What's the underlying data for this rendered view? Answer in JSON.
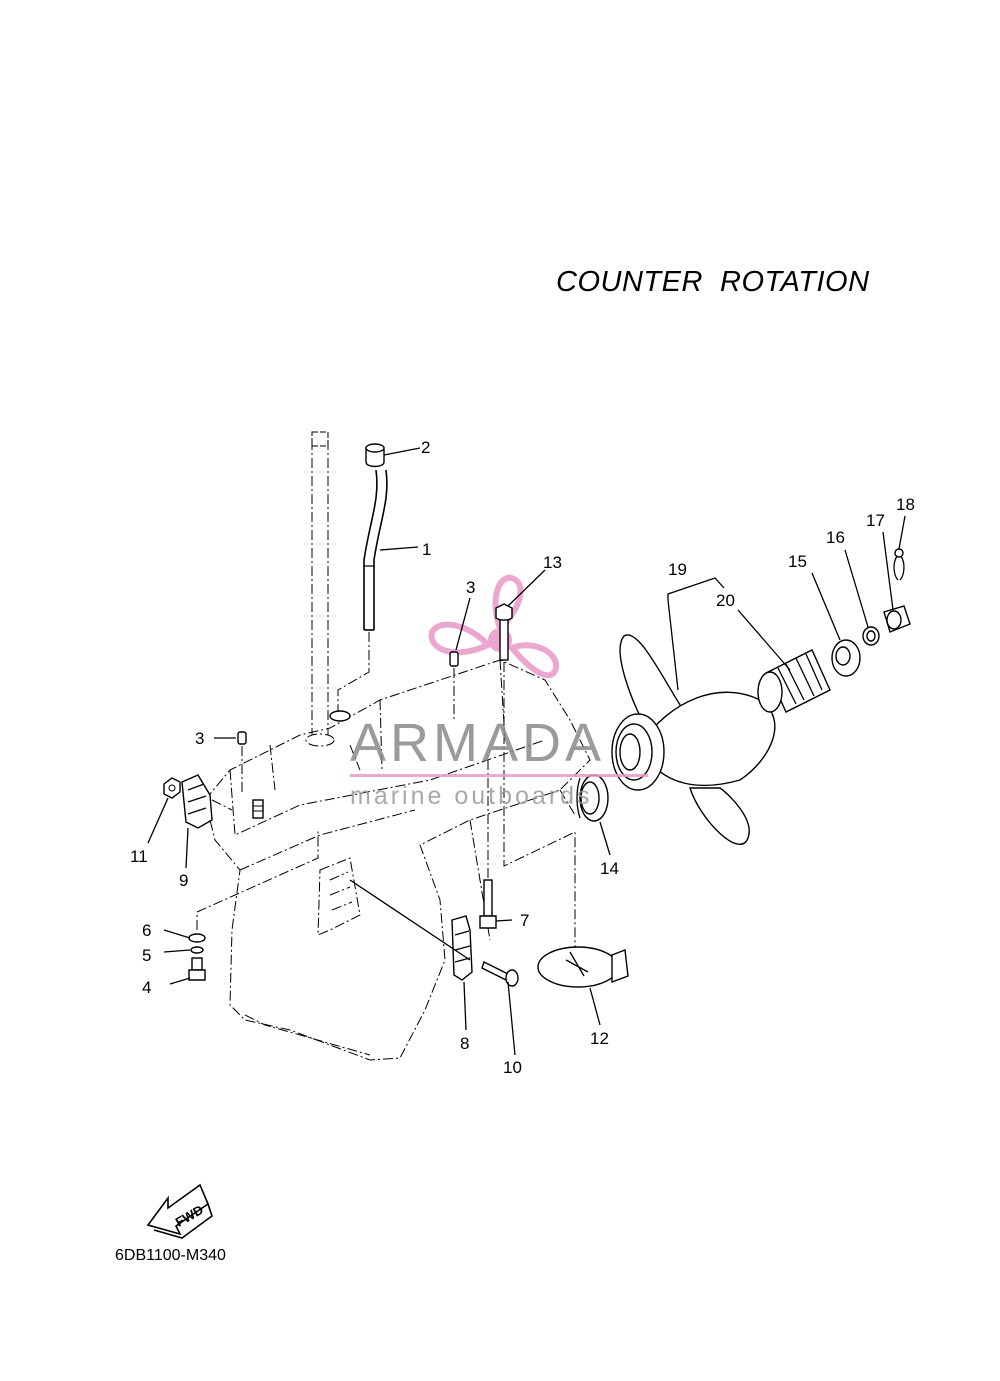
{
  "title": "COUNTER  ROTATION",
  "diagram_code": "6DB1100-M340",
  "fwd_label": "FWD",
  "watermark": {
    "name": "ARMADA",
    "subtitle": "marine outboards",
    "logo_color": "#e58ac0"
  },
  "callouts": [
    "1",
    "2",
    "3",
    "3",
    "4",
    "5",
    "6",
    "7",
    "8",
    "9",
    "10",
    "11",
    "12",
    "13",
    "14",
    "15",
    "16",
    "17",
    "18",
    "19",
    "20"
  ]
}
